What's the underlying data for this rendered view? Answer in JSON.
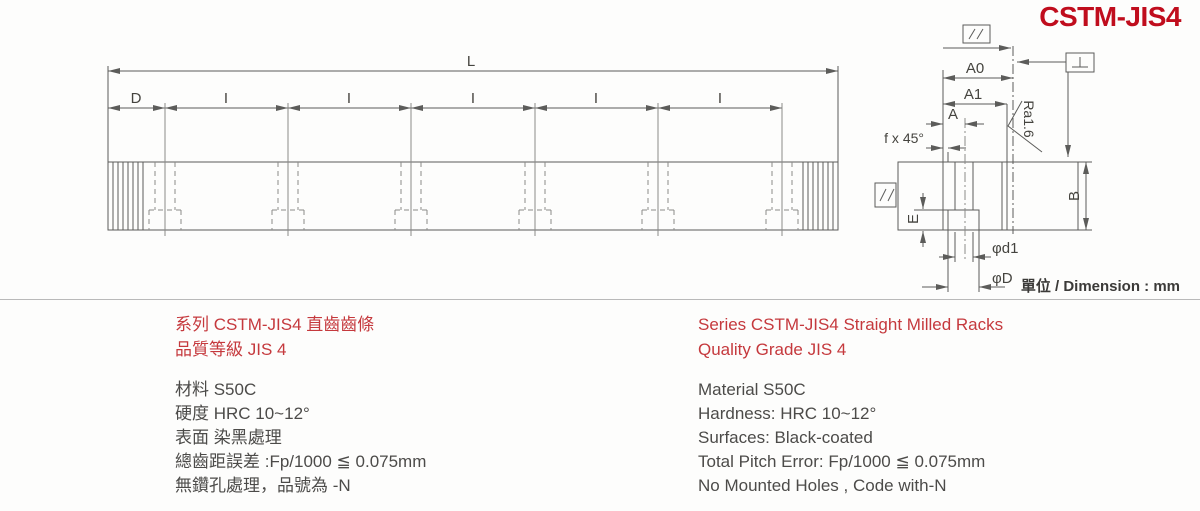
{
  "title": "CSTM-JIS4",
  "unit_label": "單位 / Dimension : mm",
  "drawing": {
    "labels": {
      "length": "L",
      "end_offset": "D",
      "interval": "I",
      "a0": "A0",
      "a1": "A1",
      "a": "A",
      "chamfer": "f x 45°",
      "roughness": "Ra1.6",
      "height": "B",
      "cbore_depth": "E",
      "hole_dia": "φd1",
      "cbore_dia": "φD"
    }
  },
  "specs": {
    "zh": {
      "header": [
        "系列 CSTM-JIS4  直齒齒條",
        "品質等級 JIS 4"
      ],
      "body": [
        "材料 S50C",
        "硬度 HRC 10~12°",
        "表面 染黑處理",
        "總齒距誤差 :Fp/1000 ≦ 0.075mm",
        "無鑽孔處理，品號為 -N"
      ]
    },
    "en": {
      "header": [
        "Series CSTM-JIS4  Straight Milled Racks",
        "Quality Grade JIS 4"
      ],
      "body": [
        "Material S50C",
        "Hardness: HRC 10~12°",
        "Surfaces: Black-coated",
        "Total Pitch Error:  Fp/1000 ≦ 0.075mm",
        "No Mounted Holes , Code with-N"
      ]
    }
  },
  "colors": {
    "accent_red": "#c00d1d",
    "heading_red": "#c5393d",
    "body_text": "#4c4b49",
    "line": "#5c5c5a"
  }
}
